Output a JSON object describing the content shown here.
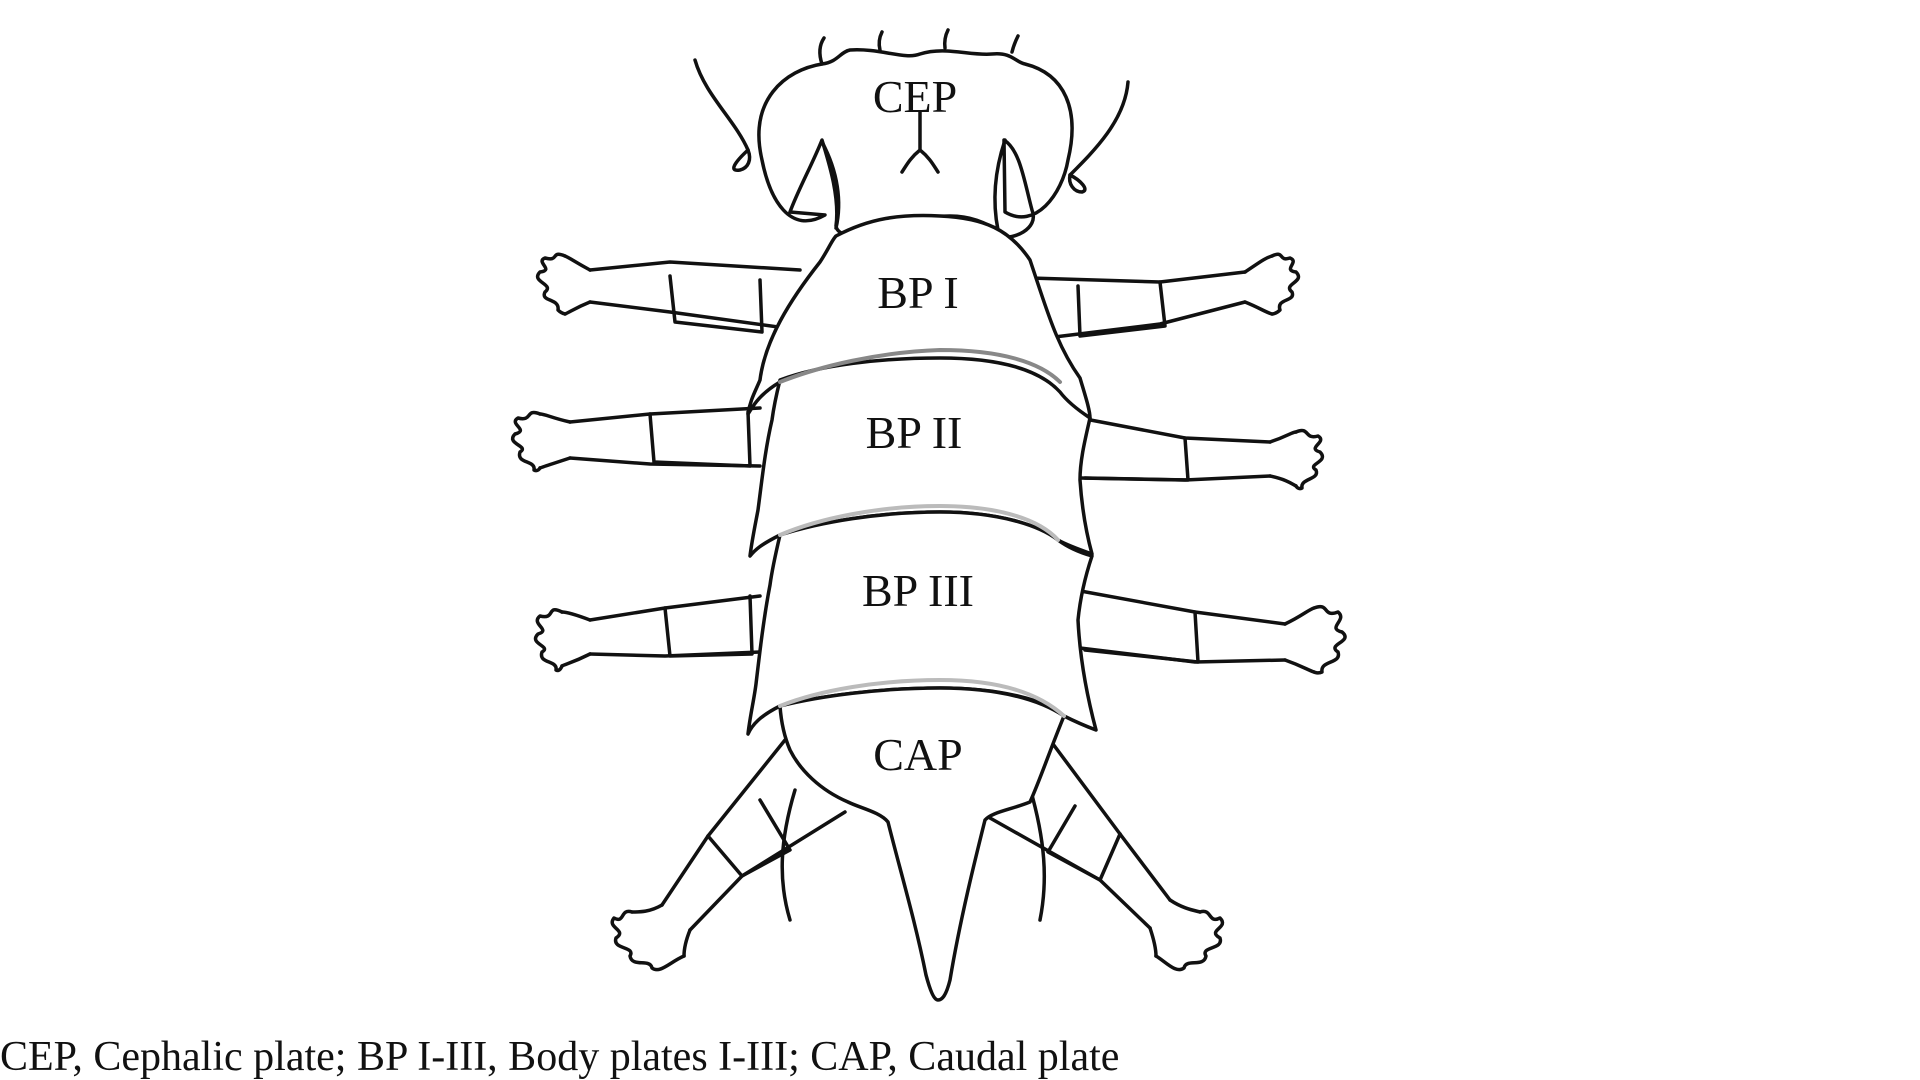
{
  "plates": {
    "cep": "CEP",
    "bp1": "BP I",
    "bp2": "BP II",
    "bp3": "BP III",
    "cap": "CAP"
  },
  "caption": "CEP, Cephalic plate; BP I-III, Body plates I-III; CAP, Caudal plate",
  "colors": {
    "ink": "#111111",
    "seam_1": "#888888",
    "seam_2": "#bbbbbb",
    "seam_3": "#bbbbbb"
  }
}
